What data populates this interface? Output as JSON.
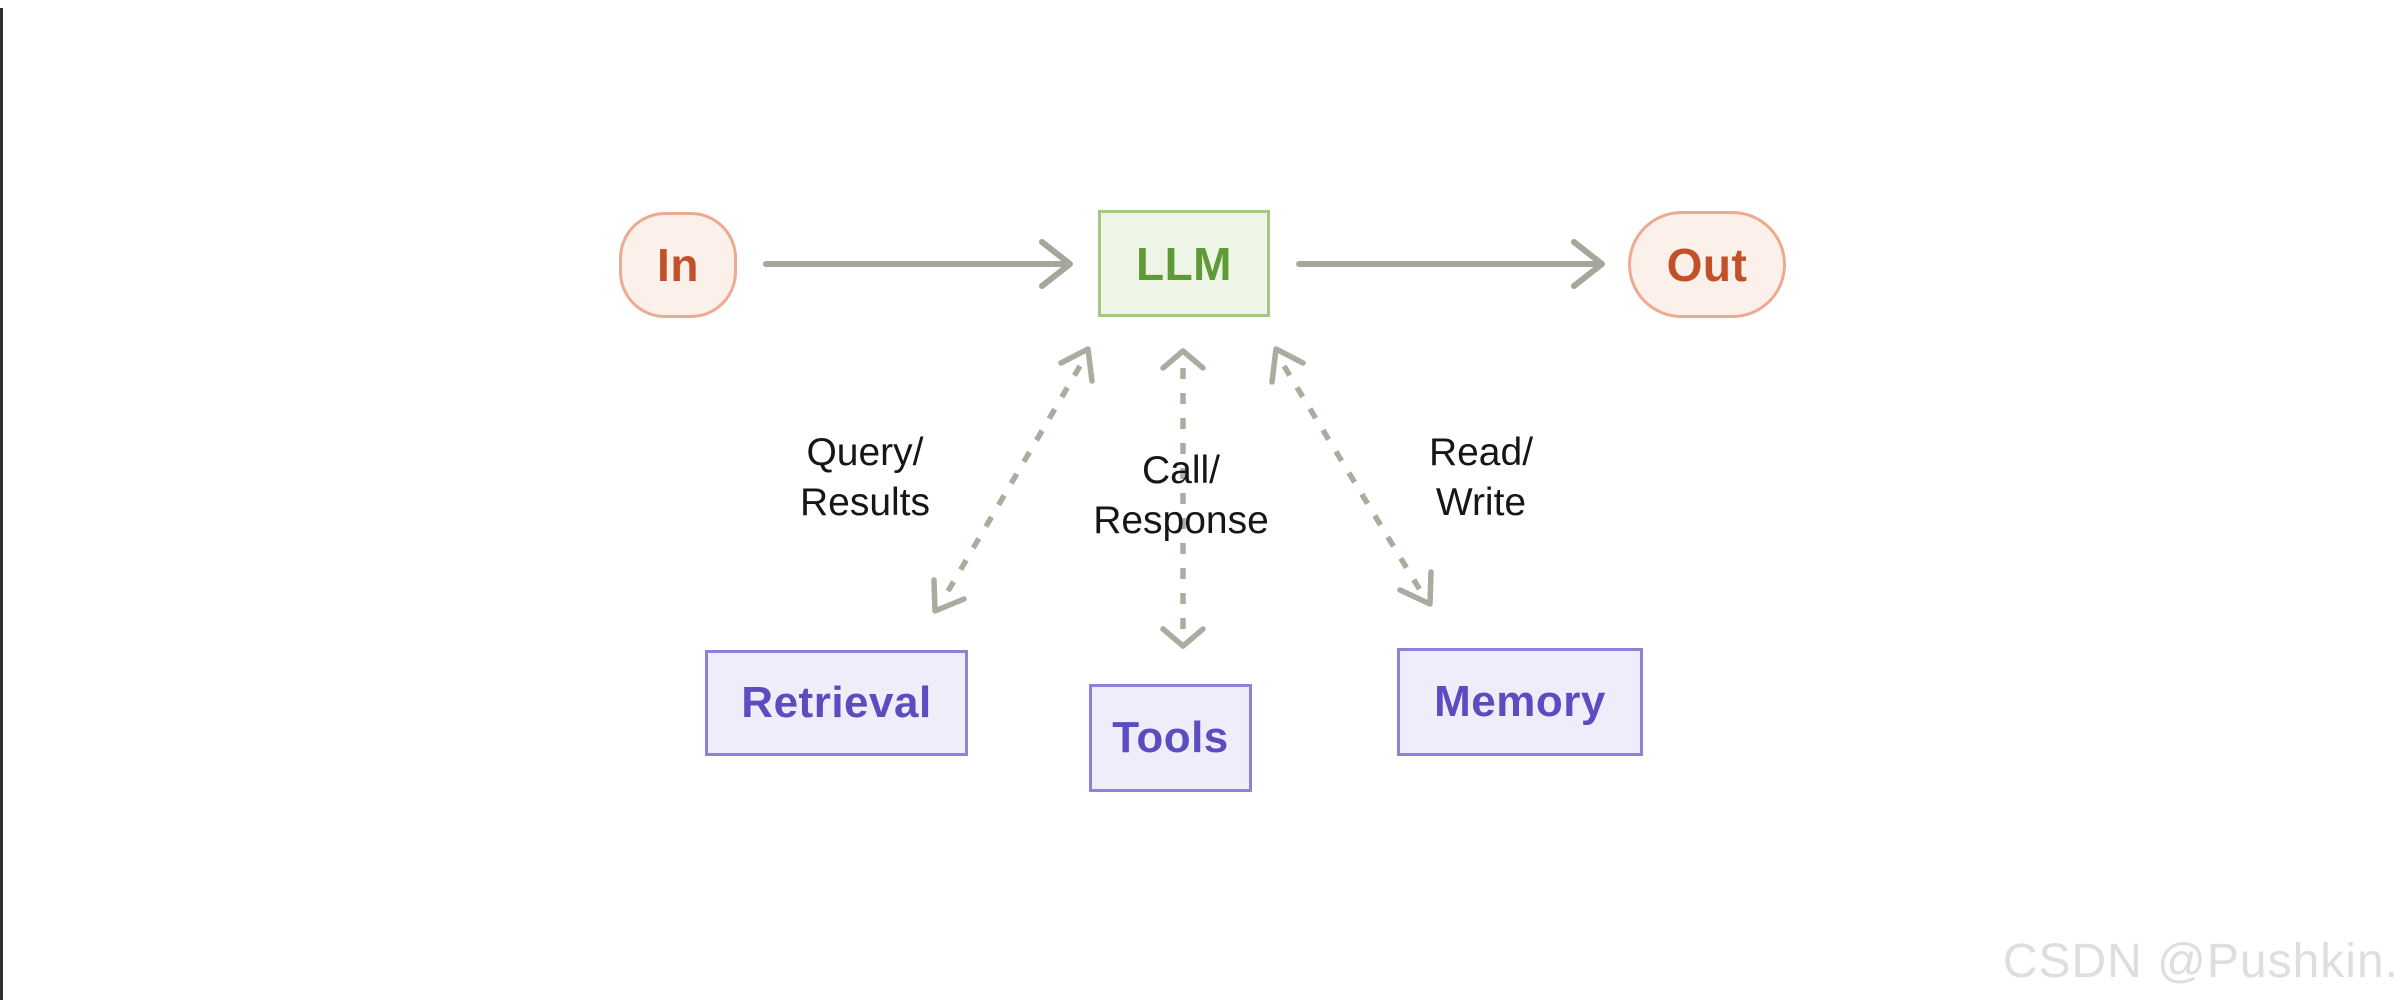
{
  "diagram": {
    "nodes": {
      "input": {
        "label": "In"
      },
      "llm": {
        "label": "LLM"
      },
      "output": {
        "label": "Out"
      },
      "retrieval": {
        "label": "Retrieval"
      },
      "tools": {
        "label": "Tools"
      },
      "memory": {
        "label": "Memory"
      }
    },
    "edge_labels": {
      "retrieval": {
        "line1": "Query/",
        "line2": "Results"
      },
      "tools": {
        "line1": "Call/",
        "line2": "Response"
      },
      "memory": {
        "line1": "Read/",
        "line2": "Write"
      }
    }
  },
  "watermark": {
    "text": "CSDN @Pushkin."
  },
  "colors": {
    "background": "#ffffff",
    "window_left_border": "#2e2e2e",
    "in_out_fill": "#fcf0ea",
    "in_out_border": "#ecab90",
    "in_out_text": "#c2512a",
    "llm_fill": "#eef4e6",
    "llm_border": "#a5c884",
    "llm_text": "#5f9a35",
    "tool_box_fill": "#f0edfb",
    "tool_box_border": "#8d81d8",
    "tool_box_text": "#5b4dc0",
    "solid_arrow": "#a6a79b",
    "dashed_arrow": "#abab9f",
    "edge_label_text": "#161616",
    "watermark_text": "#dedede"
  }
}
